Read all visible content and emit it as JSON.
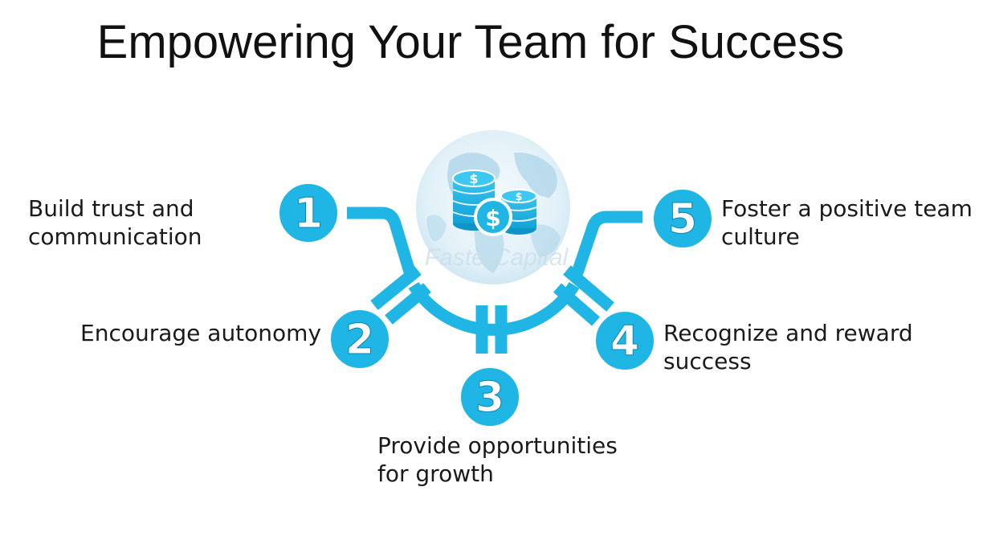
{
  "title": "Empowering Your Team for Success",
  "colors": {
    "accent": "#1fb6e6",
    "globe_light": "#d9edf6",
    "globe_land": "#a9d3e8",
    "text": "#1a1a1a"
  },
  "center_icon": "globe-with-dollar-coins-icon",
  "watermark": "FasterCapital",
  "steps": [
    {
      "number": "1",
      "lines": [
        "Build trust and",
        "communication"
      ]
    },
    {
      "number": "2",
      "lines": [
        "Encourage autonomy"
      ]
    },
    {
      "number": "3",
      "lines": [
        "Provide opportunities",
        "for growth"
      ]
    },
    {
      "number": "4",
      "lines": [
        "Recognize and reward",
        "success"
      ]
    },
    {
      "number": "5",
      "lines": [
        "Foster a positive team",
        "culture"
      ]
    }
  ]
}
